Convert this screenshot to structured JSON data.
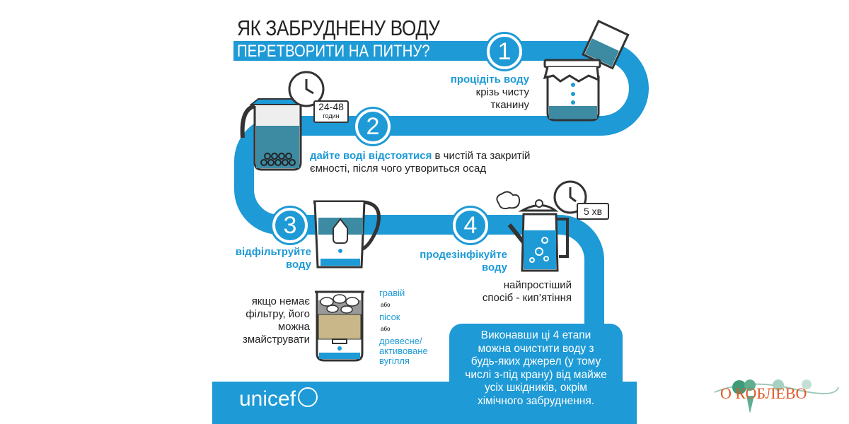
{
  "title": {
    "line1": "ЯК ЗАБРУДНЕНУ ВОДУ",
    "line2": "ПЕРЕТВОРИТИ НА ПИТНУ?"
  },
  "colors": {
    "accent": "#1e9ad6",
    "water": "#3d8aa3",
    "text": "#222222",
    "logo": "#e05a2a"
  },
  "steps": [
    {
      "number": "1",
      "title": "процідіть воду",
      "text_lines": [
        "крізь чисту",
        "тканину"
      ]
    },
    {
      "number": "2",
      "title": "дайте воді відстоятися",
      "text_rest": " в чистій та закритій",
      "text_line2": "ємності, після чого утвориться осад",
      "badge_value": "24-48",
      "badge_unit": "годин"
    },
    {
      "number": "3",
      "title_lines": [
        "відфільтруйте",
        "воду"
      ]
    },
    {
      "number": "4",
      "title_lines": [
        "продезінфікуйте",
        "воду"
      ],
      "text_lines": [
        "найпростіший",
        "спосіб - кип’ятіння"
      ],
      "badge": "5 хв"
    }
  ],
  "diy_filter": {
    "text_lines": [
      "якщо немає",
      "фільтру, його",
      "можна",
      "змайструвати"
    ],
    "layers": [
      "гравій",
      "або",
      "пісок",
      "або",
      "древесне/",
      "активоване",
      "вугілля"
    ]
  },
  "callout": {
    "lines": [
      "Виконавши ці 4 етапи",
      "можна очистити воду з",
      "будь-яких джерел (у тому",
      "числі з-під крану) від майже",
      "усіх шкідників, окрім",
      "хімічного забруднення."
    ]
  },
  "footer": {
    "brand": "unicef"
  },
  "watermark": {
    "text": "О КОБЛЕВО"
  }
}
